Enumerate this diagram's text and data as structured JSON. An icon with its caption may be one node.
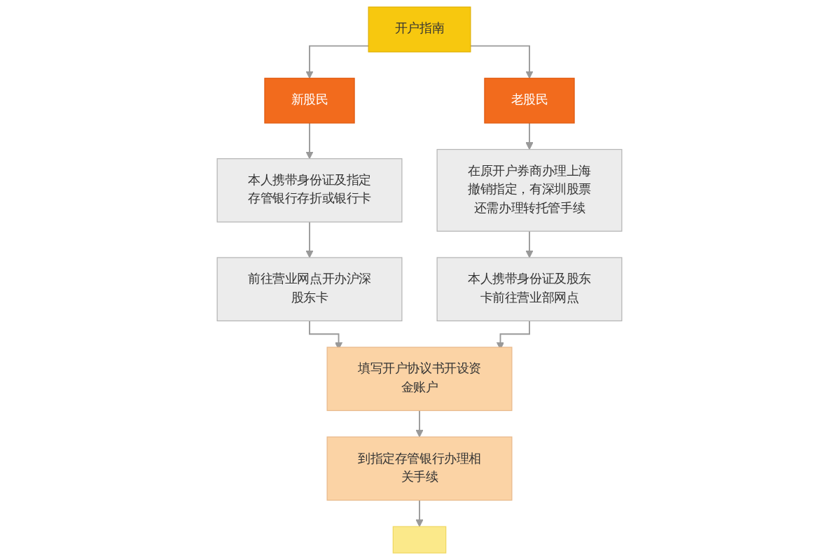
{
  "diagram": {
    "nodes": [
      {
        "text": [
          "开户指南"
        ]
      },
      {
        "text": [
          "新股民"
        ]
      },
      {
        "text": [
          "老股民"
        ]
      },
      {
        "text": [
          "本人携带身份证及指定存管银行存折或银行卡"
        ]
      },
      {
        "text": [
          "在原开户券商办理上海撤销指定，有深圳股票还需办理转托管手续"
        ]
      },
      {
        "text": [
          "前往营业网点开办沪深股东卡"
        ]
      },
      {
        "text": [
          "本人携带身份证及股东卡前往营业部网点"
        ]
      },
      {
        "text": [
          "填写开户协议书开设资金账户"
        ]
      },
      {
        "text": [
          "到指定存管银行办理相关手续"
        ]
      },
      {
        "text": [],
        "shape": "box"
      }
    ],
    "edges": [
      {
        "from": 0,
        "to": 1,
        "arrow": "to"
      },
      {
        "from": 0,
        "to": 2,
        "arrow": "to"
      },
      {
        "from": 1,
        "to": 3,
        "arrow": "to"
      },
      {
        "from": 3,
        "to": 5,
        "arrow": "to"
      },
      {
        "from": 2,
        "to": 4,
        "arrow": "to"
      },
      {
        "from": 4,
        "to": 6,
        "arrow": "to"
      },
      {
        "from": 5,
        "to": 7,
        "arrow": "to"
      },
      {
        "from": 6,
        "to": 7,
        "arrow": "to"
      },
      {
        "from": 7,
        "to": 8,
        "arrow": "to"
      },
      {
        "from": 8,
        "to": 9,
        "arrow": "to"
      }
    ]
  }
}
